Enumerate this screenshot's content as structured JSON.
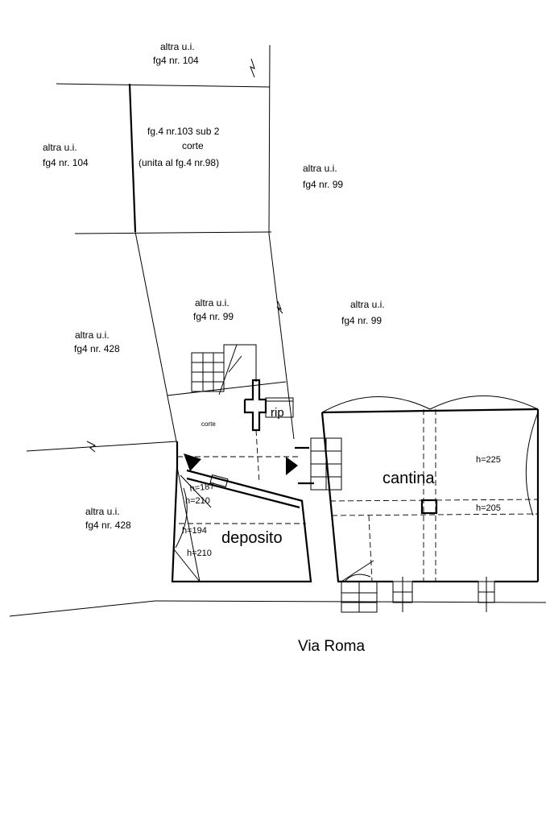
{
  "neighbors": {
    "top_center": {
      "line1": "altra u.i.",
      "line2": "fg4 nr. 104"
    },
    "left_top": {
      "line1": "altra u.i.",
      "line2": "fg4 nr. 104"
    },
    "right_top": {
      "line1": "altra u.i.",
      "line2": "fg4 nr. 99"
    },
    "center_mid": {
      "line1": "altra u.i.",
      "line2": "fg4 nr. 99"
    },
    "right_mid": {
      "line1": "altra u.i.",
      "line2": "fg4 nr. 99"
    },
    "left_mid": {
      "line1": "altra u.i.",
      "line2": "fg4 nr. 428"
    },
    "left_low": {
      "line1": "altra u.i.",
      "line2": "fg4 nr. 428"
    }
  },
  "courtyard_parcel": {
    "line1": "fg.4 nr.103 sub 2",
    "line2": "corte",
    "line3": "(unita al fg.4 nr.98)"
  },
  "rooms": {
    "corte": "corte",
    "rip": "rip",
    "cantina": "cantina",
    "deposito": "deposito"
  },
  "heights": {
    "cantina_a": "h=225",
    "cantina_b": "h=205",
    "dep_1": "h=187",
    "dep_2": "h=210",
    "dep_3": "h=194",
    "dep_4": "h=210"
  },
  "street": "Via Roma",
  "colors": {
    "ink": "#000000",
    "paper": "#ffffff"
  }
}
